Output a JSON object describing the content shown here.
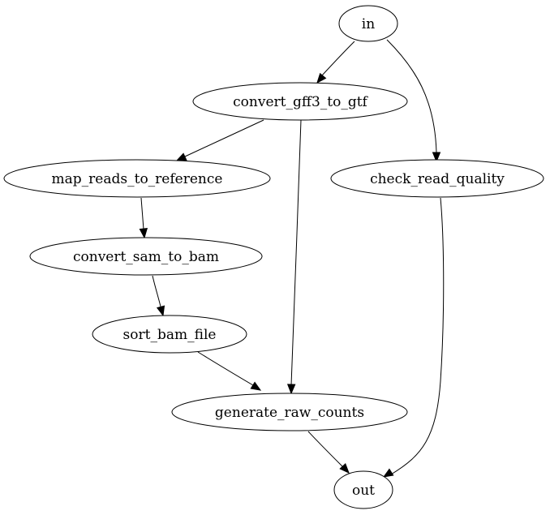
{
  "diagram": {
    "type": "directed-graph",
    "nodes": [
      {
        "id": "in",
        "label": "in"
      },
      {
        "id": "convert_gff3_to_gtf",
        "label": "convert_gff3_to_gtf"
      },
      {
        "id": "map_reads_to_reference",
        "label": "map_reads_to_reference"
      },
      {
        "id": "check_read_quality",
        "label": "check_read_quality"
      },
      {
        "id": "convert_sam_to_bam",
        "label": "convert_sam_to_bam"
      },
      {
        "id": "sort_bam_file",
        "label": "sort_bam_file"
      },
      {
        "id": "generate_raw_counts",
        "label": "generate_raw_counts"
      },
      {
        "id": "out",
        "label": "out"
      }
    ],
    "edges": [
      {
        "from": "in",
        "to": "convert_gff3_to_gtf"
      },
      {
        "from": "in",
        "to": "check_read_quality"
      },
      {
        "from": "convert_gff3_to_gtf",
        "to": "map_reads_to_reference"
      },
      {
        "from": "convert_gff3_to_gtf",
        "to": "generate_raw_counts"
      },
      {
        "from": "map_reads_to_reference",
        "to": "convert_sam_to_bam"
      },
      {
        "from": "convert_sam_to_bam",
        "to": "sort_bam_file"
      },
      {
        "from": "sort_bam_file",
        "to": "generate_raw_counts"
      },
      {
        "from": "generate_raw_counts",
        "to": "out"
      },
      {
        "from": "check_read_quality",
        "to": "out"
      }
    ]
  }
}
